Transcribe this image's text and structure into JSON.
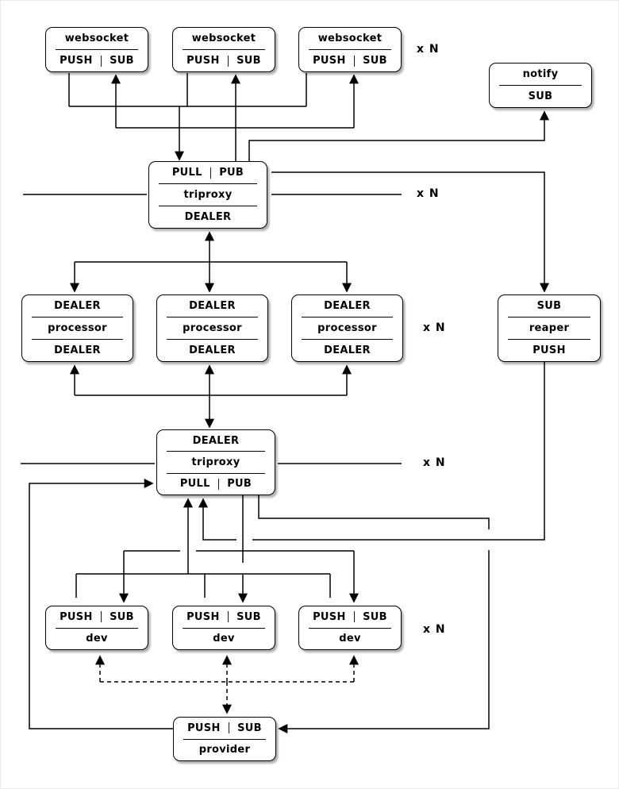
{
  "diagram": {
    "repeat_label": "x N",
    "colors": {
      "line": "#000000",
      "box_border": "#000000",
      "box_fill": "#ffffff",
      "background": "#ffffff"
    },
    "nodes": {
      "websocket1": {
        "name": "websocket",
        "sockets": {
          "left": "PUSH",
          "right": "SUB"
        }
      },
      "websocket2": {
        "name": "websocket",
        "sockets": {
          "left": "PUSH",
          "right": "SUB"
        }
      },
      "websocket3": {
        "name": "websocket",
        "sockets": {
          "left": "PUSH",
          "right": "SUB"
        }
      },
      "notify": {
        "name": "notify",
        "socket_bottom": "SUB"
      },
      "triproxy_top": {
        "socket_top": {
          "left": "PULL",
          "right": "PUB"
        },
        "name": "triproxy",
        "socket_bottom": "DEALER"
      },
      "processor1": {
        "socket_top": "DEALER",
        "name": "processor",
        "socket_bottom": "DEALER"
      },
      "processor2": {
        "socket_top": "DEALER",
        "name": "processor",
        "socket_bottom": "DEALER"
      },
      "processor3": {
        "socket_top": "DEALER",
        "name": "processor",
        "socket_bottom": "DEALER"
      },
      "reaper": {
        "socket_top": "SUB",
        "name": "reaper",
        "socket_bottom": "PUSH"
      },
      "triproxy_bottom": {
        "socket_top": "DEALER",
        "name": "triproxy",
        "socket_bottom_pair": {
          "left": "PULL",
          "right": "PUB"
        }
      },
      "dev1": {
        "sockets": {
          "left": "PUSH",
          "right": "SUB"
        },
        "name": "dev"
      },
      "dev2": {
        "sockets": {
          "left": "PUSH",
          "right": "SUB"
        },
        "name": "dev"
      },
      "dev3": {
        "sockets": {
          "left": "PUSH",
          "right": "SUB"
        },
        "name": "dev"
      },
      "provider": {
        "sockets": {
          "left": "PUSH",
          "right": "SUB"
        },
        "name": "provider"
      }
    }
  }
}
